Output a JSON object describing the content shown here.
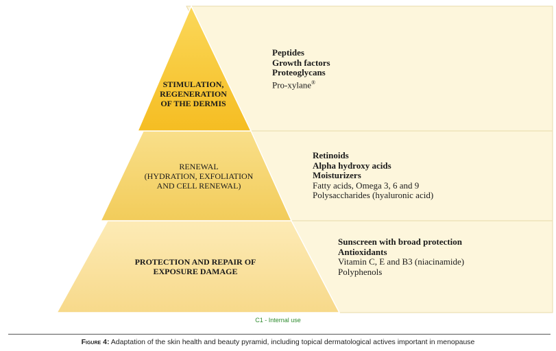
{
  "pyramid": {
    "tiers": [
      {
        "label_bold": [
          "STIMULATION,",
          "REGENERATION",
          "OF THE DERMIS"
        ],
        "label_plain": [],
        "actives": [
          {
            "text": "Peptides",
            "bold": true
          },
          {
            "text": "Growth factors",
            "bold": true
          },
          {
            "text": "Proteoglycans",
            "bold": true
          },
          {
            "text": "Pro-xylane",
            "bold": false,
            "sup": "®"
          }
        ]
      },
      {
        "label_bold": [],
        "label_plain": [
          "RENEWAL",
          "(HYDRATION, EXFOLIATION",
          "AND CELL RENEWAL)"
        ],
        "actives": [
          {
            "text": "Retinoids",
            "bold": true
          },
          {
            "text": "Alpha hydroxy acids",
            "bold": true
          },
          {
            "text": "Moisturizers",
            "bold": true
          },
          {
            "text": "Fatty acids, Omega 3, 6 and 9",
            "bold": false
          },
          {
            "text": "Polysaccharides (hyaluronic acid)",
            "bold": false
          }
        ]
      },
      {
        "label_bold": [
          "PROTECTION AND REPAIR OF",
          "EXPOSURE DAMAGE"
        ],
        "label_plain": [],
        "actives": [
          {
            "text": "Sunscreen with broad protection",
            "bold": true
          },
          {
            "text": "Antioxidants",
            "bold": true
          },
          {
            "text": "Vitamin C, E and B3 (niacinamide)",
            "bold": false
          },
          {
            "text": "Polyphenols",
            "bold": false
          }
        ]
      }
    ],
    "colors": {
      "top_tier": "#f8c52e",
      "middle_tier": "#f6d46a",
      "bottom_tier": "#fbe4a5",
      "panel_fill": "#fdf6dc",
      "panel_border": "#e8d9a8"
    }
  },
  "classification_label": "C1 - Internal use",
  "caption": {
    "figure_label": "Figure 4:",
    "text": " Adaptation of the skin health and beauty pyramid, including topical dermatological actives important in menopause"
  }
}
